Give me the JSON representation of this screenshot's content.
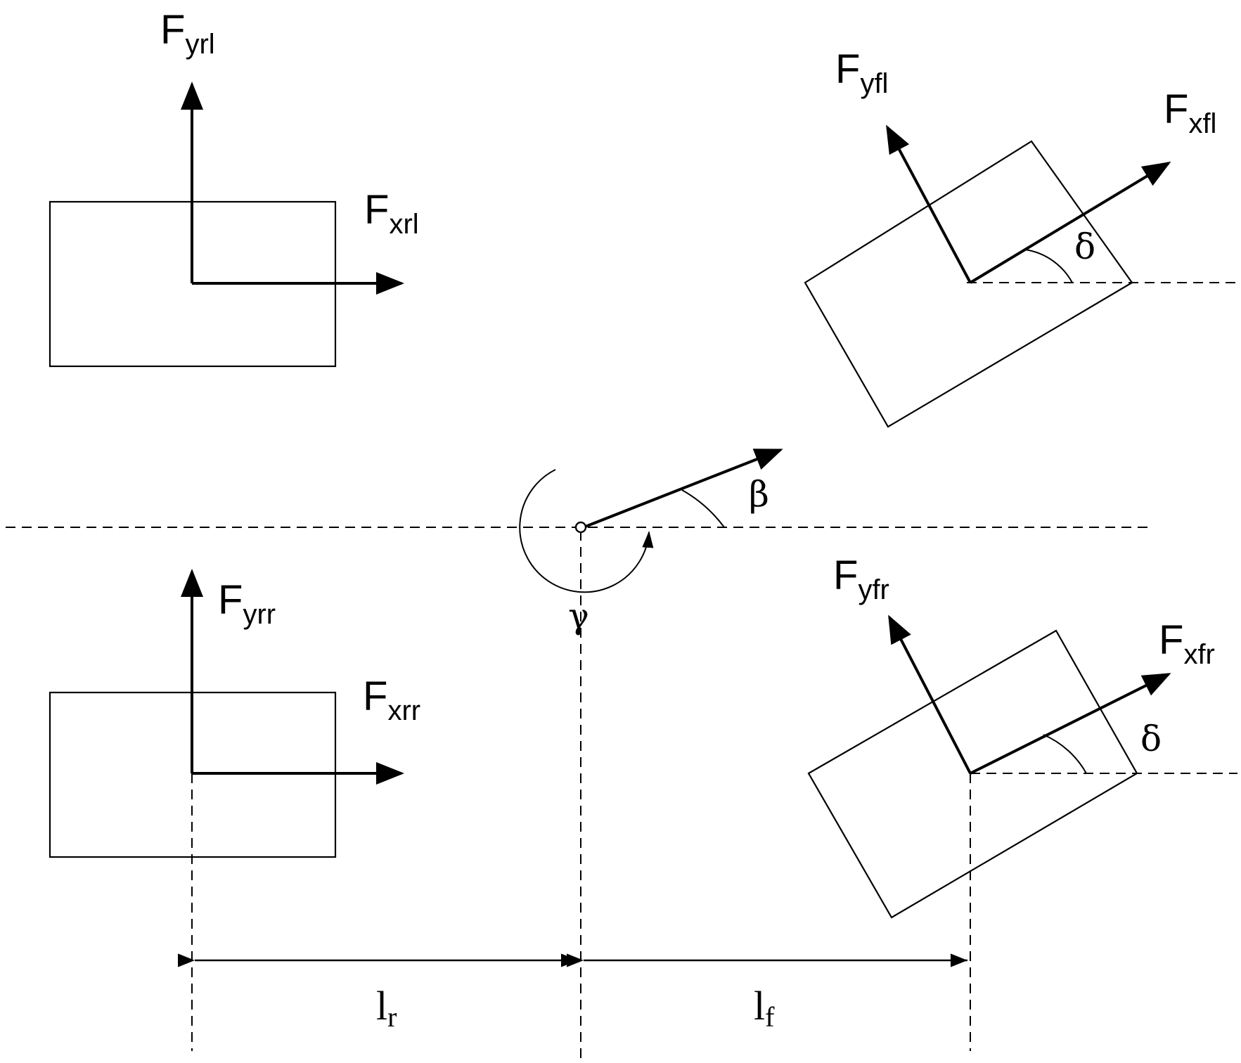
{
  "labels": {
    "rear_left": {
      "fy_main": "F",
      "fy_sub": "yrl",
      "fx_main": "F",
      "fx_sub": "xrl"
    },
    "rear_right": {
      "fy_main": "F",
      "fy_sub": "yrr",
      "fx_main": "F",
      "fx_sub": "xrr"
    },
    "front_left": {
      "fy_main": "F",
      "fy_sub": "yfl",
      "fx_main": "F",
      "fx_sub": "xfl",
      "angle": "δ"
    },
    "front_right": {
      "fy_main": "F",
      "fy_sub": "yfr",
      "fx_main": "F",
      "fx_sub": "xfr",
      "angle": "δ"
    },
    "center": {
      "slip_angle": "β",
      "yaw_rate": "γ"
    },
    "dimensions": {
      "rear_main": "l",
      "rear_sub": "r",
      "front_main": "l",
      "front_sub": "f"
    }
  }
}
